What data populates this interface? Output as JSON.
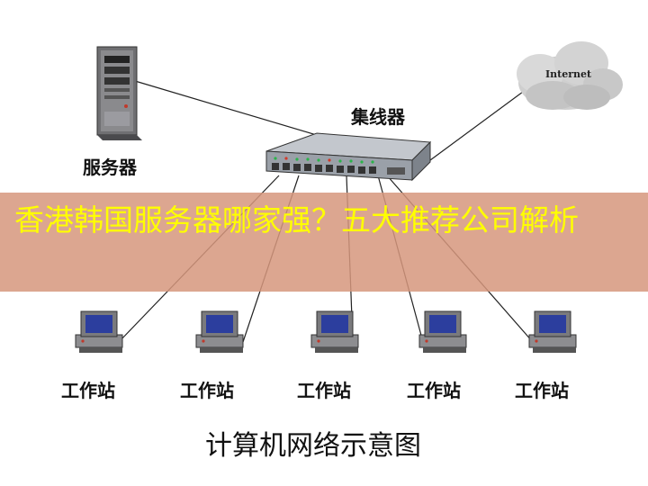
{
  "labels": {
    "server": "服务器",
    "hub": "集线器",
    "internet": "Internet",
    "caption": "计算机网络示意图"
  },
  "workstations": [
    {
      "label": "工作站"
    },
    {
      "label": "工作站"
    },
    {
      "label": "工作站"
    },
    {
      "label": "工作站"
    },
    {
      "label": "工作站"
    }
  ],
  "banner": {
    "title": "香港韩国服务器哪家强？五大推荐公司解析"
  },
  "colors": {
    "banner_bg": "#d6967d",
    "banner_text": "#ffff00",
    "hub_body": "#9aa0a8",
    "port_led_green": "#2bb34a",
    "port_led_red": "#d23a2a"
  }
}
